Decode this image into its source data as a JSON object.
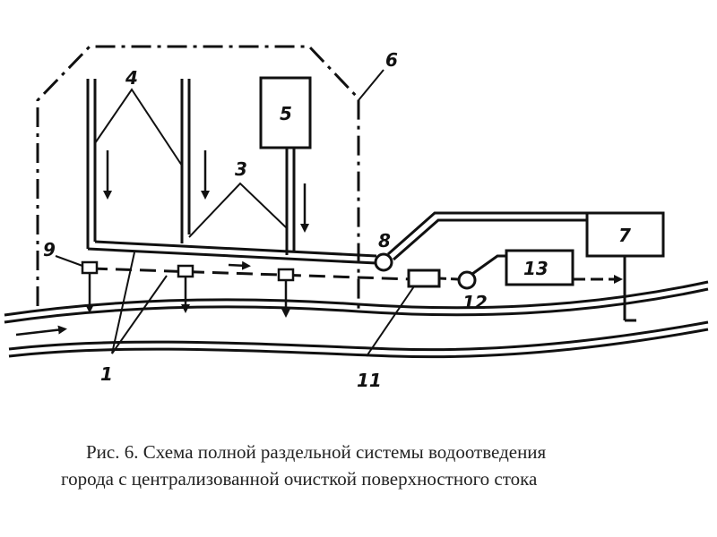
{
  "labels": {
    "l1": "1",
    "l3": "3",
    "l4": "4",
    "l5": "5",
    "l6": "6",
    "l7": "7",
    "l8": "8",
    "l9": "9",
    "l11": "11",
    "l12": "12",
    "l13": "13"
  },
  "caption": {
    "line1": "Рис. 6. Схема полной раздельной системы водоотведения",
    "line2": "города с централизованной очисткой поверхностного стока"
  }
}
